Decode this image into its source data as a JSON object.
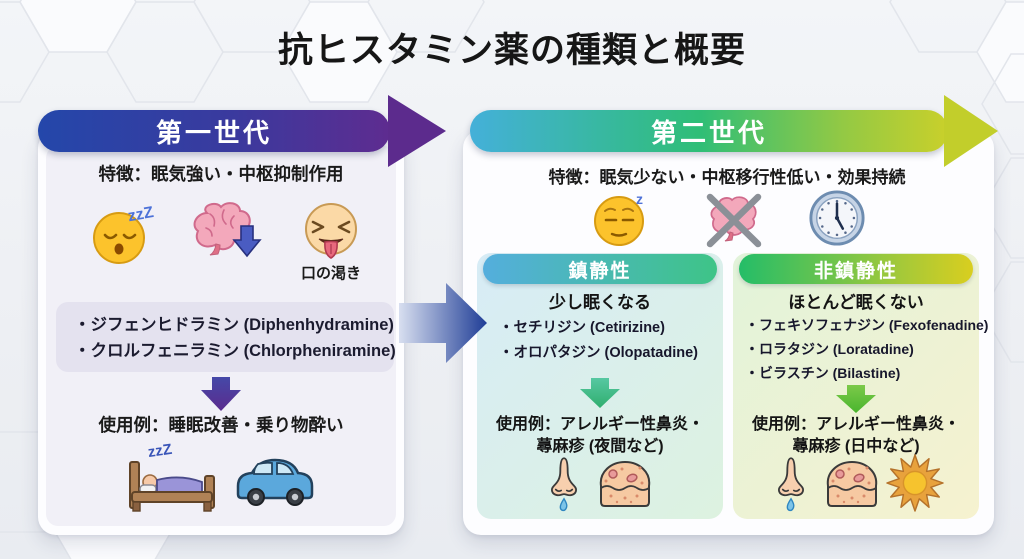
{
  "title": "抗ヒスタミン薬の種類と概要",
  "glyphs": {
    "zzz": "zzZ",
    "z": "z"
  },
  "gen1": {
    "banner": "第一世代",
    "features": "特徴：眠気強い・中枢抑制作用",
    "dry_mouth_caption": "口の渇き",
    "icon_names": [
      "sleeping-face-icon",
      "brain-suppression-icon",
      "dry-mouth-icon"
    ],
    "drugs": [
      "・ジフェンヒドラミン (Diphenhydramine)",
      "・クロルフェニラミン (Chlorpheniramine)"
    ],
    "usage": "使用例：睡眠改善・乗り物酔い",
    "usage_icon_names": [
      "bed-icon",
      "car-icon"
    ]
  },
  "gen2": {
    "banner": "第二世代",
    "features": "特徴：眠気少ない・中枢移行性低い・効果持続",
    "icon_names": [
      "drowsy-face-icon",
      "no-brain-effect-icon",
      "clock-icon"
    ],
    "sedating": {
      "header": "鎮静性",
      "subtitle": "少し眠くなる",
      "drugs": [
        "・セチリジン (Cetirizine)",
        "・オロパタジン (Olopatadine)"
      ],
      "usage_line1": "使用例：アレルギー性鼻炎・",
      "usage_line2": "蕁麻疹 (夜間など)",
      "usage_icon_names": [
        "nose-icon",
        "skin-rash-icon"
      ]
    },
    "non_sedating": {
      "header": "非鎮静性",
      "subtitle": "ほとんど眠くない",
      "drugs": [
        "・フェキソフェナジン (Fexofenadine)",
        "・ロラタジン (Loratadine)",
        "・ビラスチン (Bilastine)"
      ],
      "usage_line1": "使用例：アレルギー性鼻炎・",
      "usage_line2": "蕁麻疹 (日中など)",
      "usage_icon_names": [
        "nose-icon",
        "skin-rash-icon",
        "sun-icon"
      ]
    }
  },
  "colors": {
    "background": "#edeff3",
    "gen1_banner_start": "#2447aa",
    "gen1_banner_end": "#5e2c90",
    "gen2_banner_start": "#44b0d9",
    "gen2_banner_mid": "#2fbe77",
    "gen2_banner_end": "#c9d02b",
    "sedating_pill_start": "#54aedd",
    "sedating_pill_end": "#3ec487",
    "non_sedating_pill_start": "#24bd68",
    "non_sedating_pill_end": "#d9ce1f",
    "mid_arrow_start": "#d8dff0",
    "mid_arrow_end": "#1f3d96",
    "gen1_inner_panel": "#f1f0f7",
    "gen1_drug_box": "#e4e2ef"
  }
}
